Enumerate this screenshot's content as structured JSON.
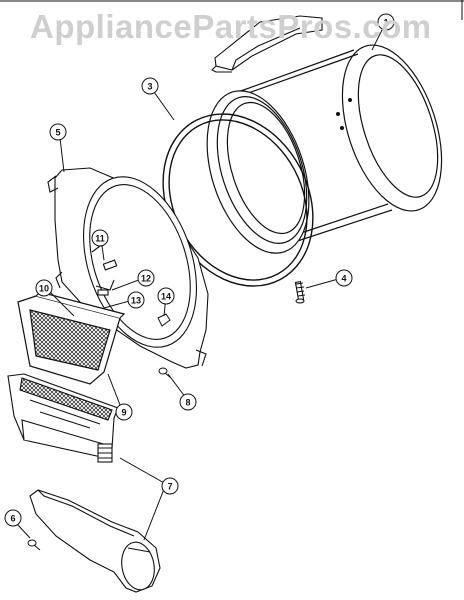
{
  "watermark": "AppliancePartsPros.com",
  "callouts": [
    {
      "id": "1",
      "label": "1"
    },
    {
      "id": "3",
      "label": "3"
    },
    {
      "id": "4",
      "label": "4"
    },
    {
      "id": "5",
      "label": "5"
    },
    {
      "id": "6",
      "label": "6"
    },
    {
      "id": "7",
      "label": "7"
    },
    {
      "id": "8",
      "label": "8"
    },
    {
      "id": "9",
      "label": "9"
    },
    {
      "id": "10",
      "label": "10"
    },
    {
      "id": "11",
      "label": "11"
    },
    {
      "id": "12",
      "label": "12"
    },
    {
      "id": "13",
      "label": "13"
    },
    {
      "id": "14",
      "label": "14"
    }
  ],
  "colors": {
    "line": "#111111",
    "watermark": "#cfcfcf",
    "background": "#ffffff"
  }
}
